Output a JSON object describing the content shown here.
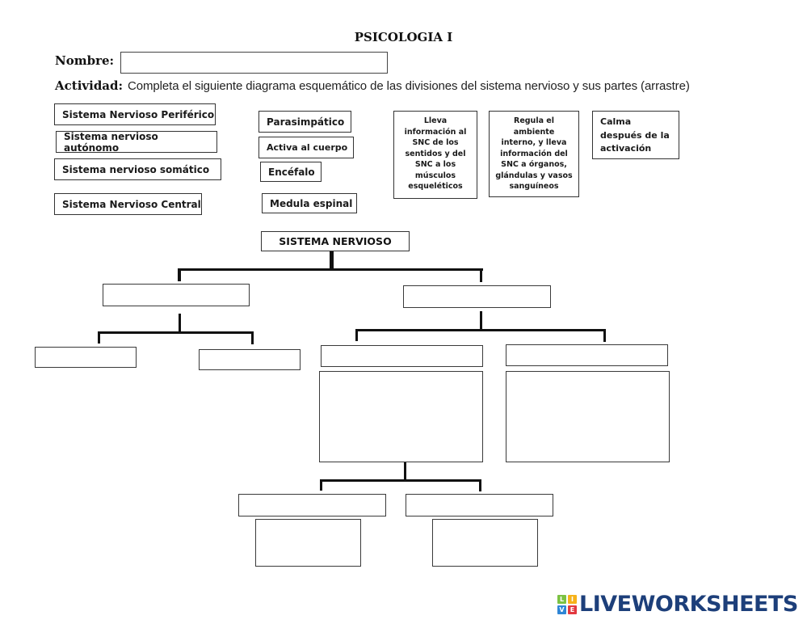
{
  "header": {
    "title": "PSICOLOGIA I",
    "name_label": "Nombre:",
    "name_value": "",
    "activity_label": "Actividad:",
    "activity_text": "Completa el siguiente diagrama esquemático de las divisiones del sistema nervioso y sus partes (arrastre)"
  },
  "draggables": [
    {
      "id": "snp",
      "label": "Sistema Nervioso Periférico"
    },
    {
      "id": "sna",
      "label": "Sistema nervioso autónomo"
    },
    {
      "id": "sns",
      "label": "Sistema nervioso somático"
    },
    {
      "id": "snc",
      "label": "Sistema Nervioso Central"
    },
    {
      "id": "parasimpatico",
      "label": "Parasimpático"
    },
    {
      "id": "activa",
      "label": "Activa al cuerpo"
    },
    {
      "id": "encefalo",
      "label": "Encéfalo"
    },
    {
      "id": "medula",
      "label": "Medula espinal"
    },
    {
      "id": "lleva",
      "label": "Lleva\ninformación al\nSNC de los\nsentidos y del\nSNC a los\nmúsculos\nesqueléticos"
    },
    {
      "id": "regula",
      "label": "Regula el\nambiente\ninterno, y lleva\ninformación del\nSNC a órganos,\nglándulas y vasos\nsanguíneos"
    },
    {
      "id": "calma",
      "label": "Calma\ndespués de la\nactivación"
    }
  ],
  "diagram": {
    "root_label": "SISTEMA NERVIOSO",
    "drop_zones": [
      {
        "id": "level1-left",
        "value": ""
      },
      {
        "id": "level1-right",
        "value": ""
      },
      {
        "id": "level2-left-a",
        "value": ""
      },
      {
        "id": "level2-left-b",
        "value": ""
      },
      {
        "id": "level2-right-a",
        "value": ""
      },
      {
        "id": "level2-right-a-desc",
        "value": ""
      },
      {
        "id": "level2-right-b",
        "value": ""
      },
      {
        "id": "level2-right-b-desc",
        "value": ""
      },
      {
        "id": "level3-a",
        "value": ""
      },
      {
        "id": "level3-a-desc",
        "value": ""
      },
      {
        "id": "level3-b",
        "value": ""
      },
      {
        "id": "level3-b-desc",
        "value": ""
      }
    ]
  },
  "branding": {
    "logo_tiles": [
      "L",
      "I",
      "V",
      "E"
    ],
    "logo_tile_colors": [
      "#7cc242",
      "#f6b21a",
      "#2f86d6",
      "#e2383f"
    ],
    "logo_text": "LIVEWORKSHEETS",
    "logo_color": "#1d3f7a"
  }
}
